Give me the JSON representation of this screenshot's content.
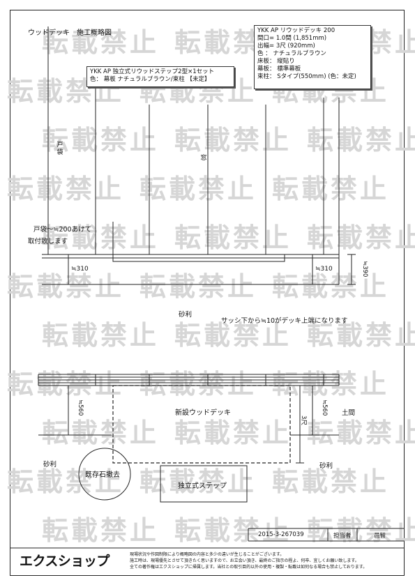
{
  "watermark": "転載禁止",
  "title": "ウッドデッキ　施工概略図",
  "spec_box": {
    "lines": [
      "YKK AP リウッドデッキ 200",
      "間口= 1.0間 (1,851mm)",
      "出幅= 3尺 (920mm)",
      "色 ： ナチュラルブラウン",
      "床板： 縦貼り",
      "幕板： 標準幕板",
      "束柱： Sタイプ(550mm) (色：未定)"
    ]
  },
  "step_box": {
    "lines": [
      "YKK AP 独立式リウッドステップ2型×1セット",
      "色： 幕板 ナチュラルブラウン/束柱 【未定】"
    ]
  },
  "labels": {
    "tobukuro": "戸袋",
    "mado": "窓",
    "tobukuro_note_1": "戸袋～≒200あけて",
    "tobukuro_note_2": "取付致します",
    "dim_310_left": "≒310",
    "dim_310_right": "≒310",
    "dim_390": "≒390",
    "jari_top": "砂利",
    "sash_note": "サッシ下から≒10がデッキ上端になります",
    "dim_560_left": "≒560",
    "dim_560_right": "≒560",
    "three_shaku": "3尺",
    "new_deck": "新設ウッドデッキ",
    "doma": "土間",
    "jari_left": "砂利",
    "jari_right": "砂利",
    "existing_stone": "既存石撤去",
    "step": "独立式ステップ"
  },
  "footer": {
    "doc_no": "2015-3-267039",
    "tantou_label": "担当者",
    "tantou_name": "邑智",
    "logo": "エクスショップ",
    "fine_1": "現場状況や作図制限により概略図の内容と多少の違いが生じることがございます。",
    "fine_2": "施工時は、現場優先とさせて頂きたく思いますので、お立会い頂き、最終のご指示の程よ、何卒、宜しくお願い致します。",
    "fine_3": "全ての著作権はエクスショップに帰属します。当社との取引目的以外の使用・複製・転載は如何なる場合も禁止しております。"
  }
}
